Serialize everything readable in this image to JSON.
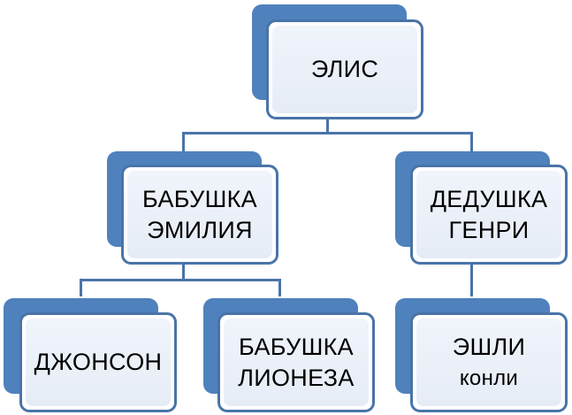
{
  "diagram": {
    "colors": {
      "box_back": "#4f81bd",
      "box_border": "#4a74a8",
      "box_fill": "#e9eef7",
      "connector": "#4a74a8",
      "text": "#000000"
    },
    "nodes": {
      "alice": {
        "line1": "ЭЛИС",
        "line2": ""
      },
      "grandma_emilia": {
        "line1": "БАБУШКА",
        "line2": "ЭМИЛИЯ"
      },
      "grandpa_henry": {
        "line1": "ДЕДУШКА",
        "line2": "ГЕНРИ"
      },
      "johnson": {
        "line1": "ДЖОНСОН",
        "line2": ""
      },
      "grandma_lioneza": {
        "line1": "БАБУШКА",
        "line2": "ЛИОНЕЗА"
      },
      "ashley_connie": {
        "line1": "ЭШЛИ",
        "line2": "конли"
      }
    },
    "edges": [
      {
        "from": "alice",
        "to": "grandma_emilia"
      },
      {
        "from": "alice",
        "to": "grandpa_henry"
      },
      {
        "from": "grandma_emilia",
        "to": "johnson"
      },
      {
        "from": "grandma_emilia",
        "to": "grandma_lioneza"
      },
      {
        "from": "grandpa_henry",
        "to": "ashley_connie"
      }
    ]
  }
}
